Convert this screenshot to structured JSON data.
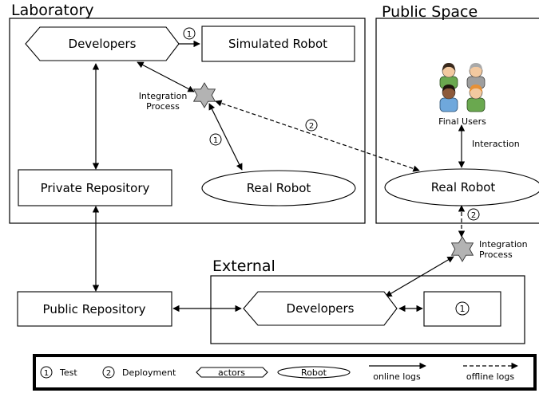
{
  "regions": {
    "laboratory": "Laboratory",
    "public_space": "Public Space",
    "external": "External"
  },
  "nodes": {
    "lab_developers": "Developers",
    "simulated_robot": "Simulated Robot",
    "lab_integration": [
      "Integration",
      "Process"
    ],
    "lab_real_robot": "Real Robot",
    "private_repository": "Private Repository",
    "public_repository": "Public Repository",
    "final_users": "Final Users",
    "interaction": "Interaction",
    "public_real_robot": "Real Robot",
    "ext_integration": [
      "Integration",
      "Process"
    ],
    "ext_developers": "Developers",
    "ext_test_marker": "1"
  },
  "edge_markers": {
    "test_sim": "1",
    "test_real": "1",
    "deploy_lab": "2",
    "deploy_public": "2"
  },
  "legend": {
    "test_number": "1",
    "test_label": "Test",
    "deployment_number": "2",
    "deployment_label": "Deployment",
    "actors_label": "actors",
    "robot_label": "Robot",
    "online_logs_label": "online logs",
    "offline_logs_label": "offline logs"
  },
  "icons": {
    "users": "people-group-icon",
    "integration": "six-pointed-star-icon"
  },
  "colors": {
    "integration_star": "#b3b3b3",
    "user_hair_dark": "#3a2a1e",
    "user_hair_grey": "#a9a9a9",
    "user_shirt_green": "#6aa84f",
    "user_shirt_blue": "#6fa8dc",
    "user_skin": "#f2c9a0"
  }
}
